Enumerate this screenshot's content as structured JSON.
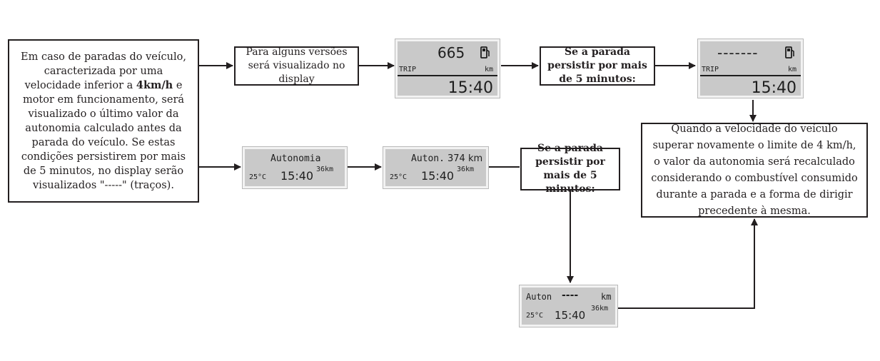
{
  "main_note": {
    "text_parts": [
      "Em caso de paradas do veículo, caracterizada por uma velocidade inferior a ",
      "4km/h",
      " e motor em funcionamento, será visualizado o último valor da autonomia calculado antes da parada do veículo. Se estas condições persistirem por mais de 5 minutos, no display serão  visualizados \"-----\" (traços)."
    ]
  },
  "some_versions_note": "Para alguns versões será visualizado no display",
  "persist_note_top": "Se a parada persistir por mais  de 5 minutos:",
  "persist_note_bottom": "Se a parada persistir por mais de 5 minutos:",
  "result_note": "Quando a velocidade do veículo superar novamente o limite de 4 km/h, o valor da autonomia será recalculado considerando o combustível consumido durante a parada e a forma de dirigir precedente à mesma.",
  "displays": {
    "trip_value": {
      "value": "665",
      "trip_label": "TRIP",
      "unit": "km",
      "time": "15:40",
      "icon": "fuel-pump-icon"
    },
    "trip_dashes": {
      "value": "-------",
      "trip_label": "TRIP",
      "unit": "km",
      "time": "15:40",
      "icon": "fuel-pump-icon"
    },
    "autonomia": {
      "title": "Autonomia",
      "temp": "25°C",
      "time": "15:40",
      "odo": "36km"
    },
    "auton_value": {
      "title": "Auton.",
      "value": "374 km",
      "temp": "25°C",
      "time": "15:40",
      "odo": "36km"
    },
    "auton_dashes": {
      "title": "Auton",
      "value": "----",
      "unit": "km",
      "temp": "25°C",
      "time": "15:40",
      "odo": "36km"
    }
  }
}
